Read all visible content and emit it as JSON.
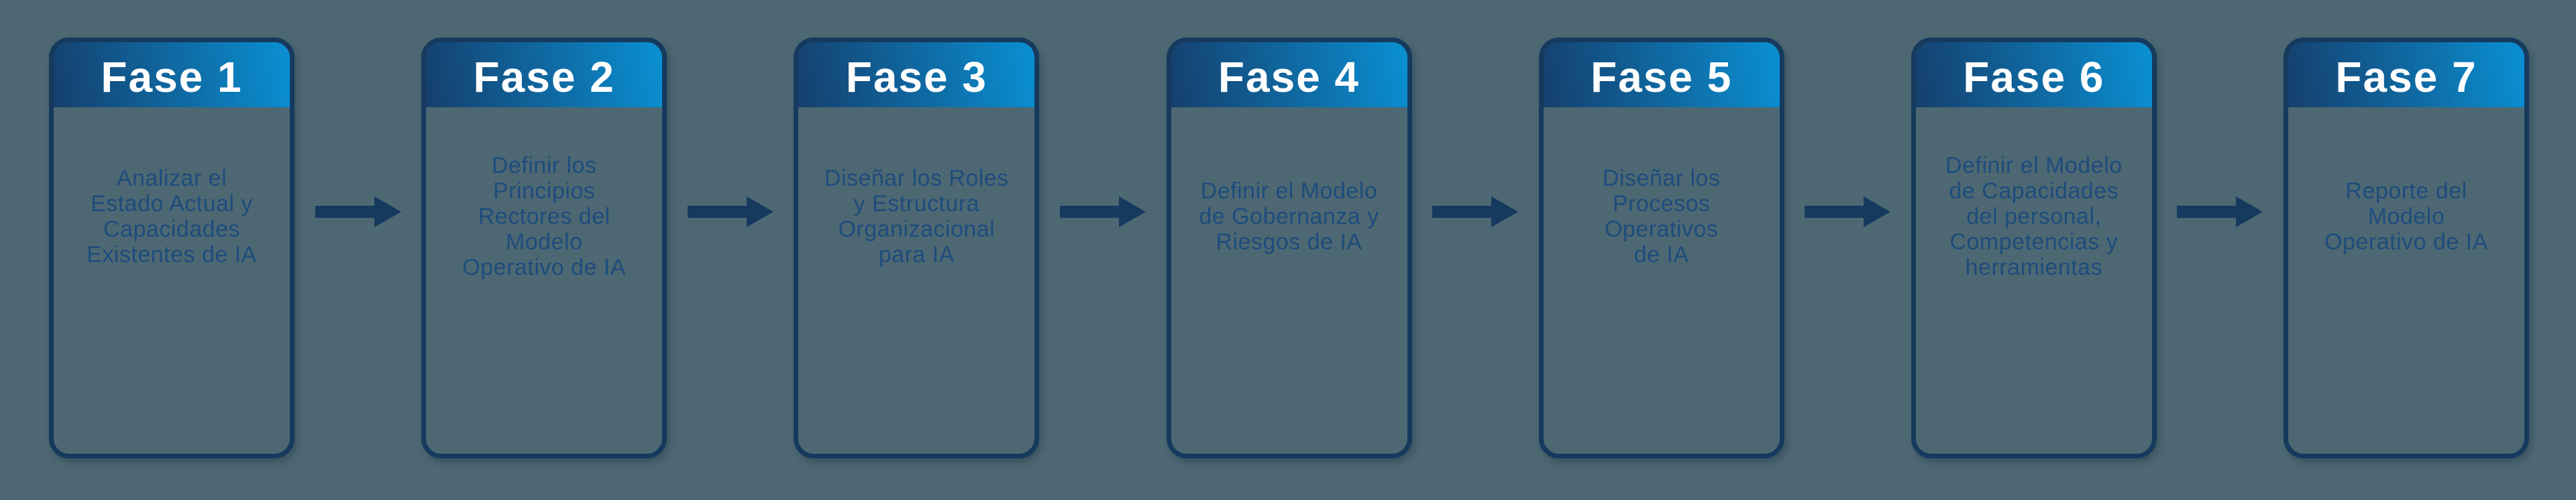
{
  "theme": {
    "background": "#4d6873",
    "card_border": "#153a5e",
    "header_gradient_start": "#153f6d",
    "header_gradient_end": "#0a90d3",
    "header_text": "#ffffff",
    "body_text": "#1e4c7c",
    "arrow": "#153a5e"
  },
  "phases": [
    {
      "title": "Fase 1",
      "description": "Analizar el\nEstado Actual y\nCapacidades\nExistentes de IA"
    },
    {
      "title": "Fase 2",
      "description": "Definir los\nPrincipios\nRectores del\nModelo\nOperativo de IA"
    },
    {
      "title": "Fase 3",
      "description": "Diseñar los Roles\ny Estructura\nOrganizacional\npara IA"
    },
    {
      "title": "Fase 4",
      "description": "Definir el Modelo\nde Gobernanza y\nRiesgos de IA"
    },
    {
      "title": "Fase 5",
      "description": "Diseñar los\nProcesos\nOperativos\nde IA"
    },
    {
      "title": "Fase 6",
      "description": "Definir el Modelo\nde Capacidades\ndel personal,\nCompetencias y\nherramientas"
    },
    {
      "title": "Fase 7",
      "description": "Reporte del\nModelo\nOperativo de IA"
    }
  ]
}
